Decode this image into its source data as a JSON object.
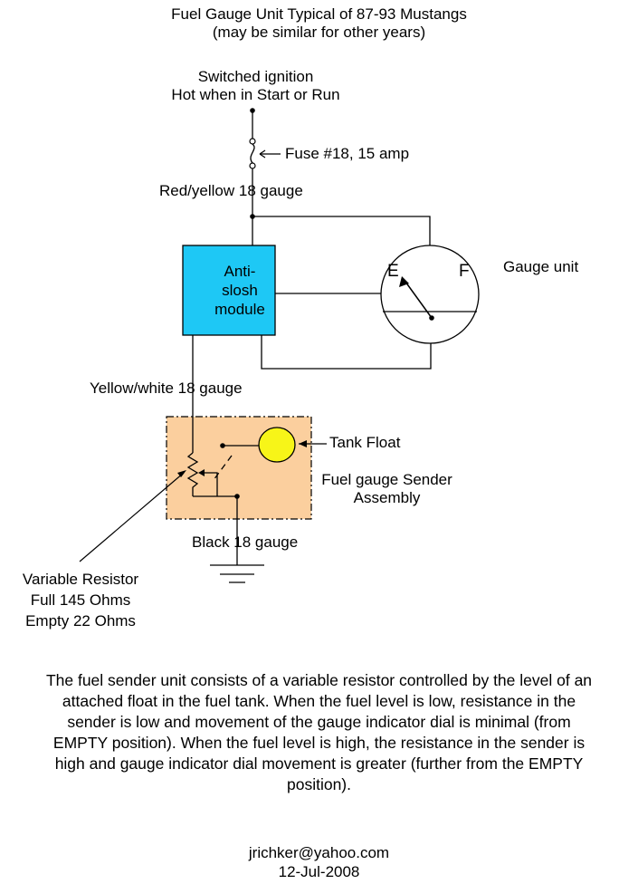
{
  "title": {
    "line1": "Fuel Gauge Unit Typical of 87-93 Mustangs",
    "line2": "(may be similar for other years)"
  },
  "labels": {
    "ignition_line1": "Switched ignition",
    "ignition_line2": "Hot when in Start or Run",
    "fuse": "Fuse #18, 15 amp",
    "red_yellow_wire": "Red/yellow 18 gauge",
    "module_line1": "Anti-",
    "module_line2": "slosh",
    "module_line3": "module",
    "gauge_unit": "Gauge unit",
    "gauge_empty": "E",
    "gauge_full": "F",
    "yellow_white_wire": "Yellow/white 18 gauge",
    "tank_float": "Tank Float",
    "sender_line1": "Fuel gauge Sender",
    "sender_line2": "Assembly",
    "black_wire": "Black 18 gauge",
    "resistor_line1": "Variable Resistor",
    "resistor_line2": "Full 145 Ohms",
    "resistor_line3": "Empty 22 Ohms"
  },
  "description": {
    "line1": "The fuel sender unit consists of a variable resistor controlled by the level of an",
    "line2": "attached float in the fuel tank. When the fuel level is low, resistance in the",
    "line3": "sender is low and movement of the gauge indicator dial is minimal (from",
    "line4": "EMPTY position). When the fuel level is high, the resistance in the sender is",
    "line5": "high and gauge indicator dial movement is greater (further from the EMPTY",
    "line6": "position)."
  },
  "footer": {
    "email": "jrichker@yahoo.com",
    "date": "12-Jul-2008"
  },
  "colors": {
    "module_fill": "#1ec8f5",
    "sender_fill": "#fbcf9e",
    "float_fill": "#f7f518",
    "line": "#000000"
  }
}
